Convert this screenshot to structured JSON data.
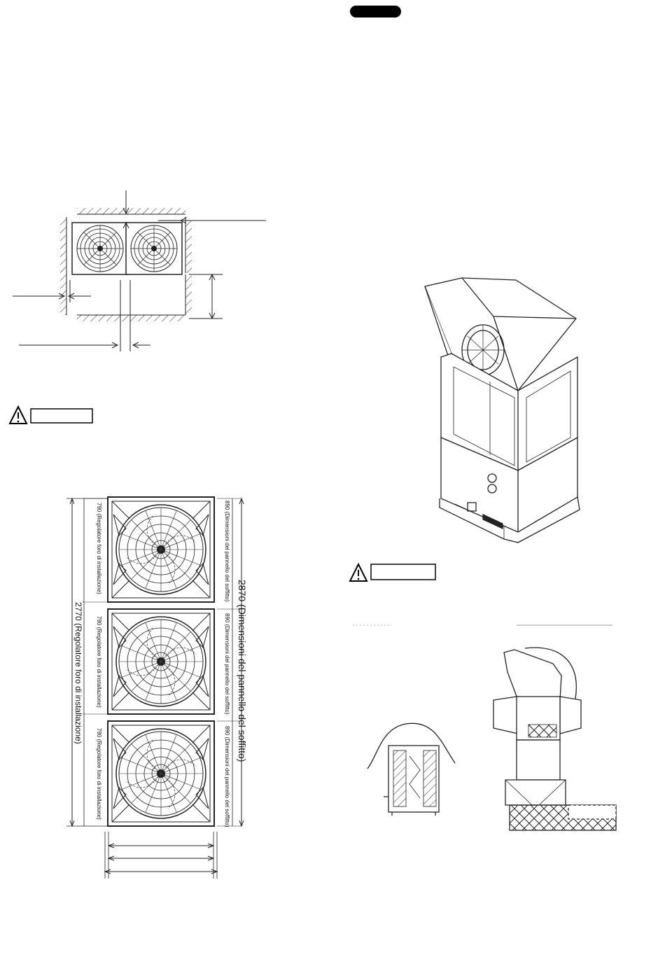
{
  "header_pill": {
    "color": "#000000"
  },
  "caution_labels": {
    "left": "",
    "right": ""
  },
  "dimensions": {
    "ceiling_panel_total": "2870 (Dimensioni del pannello del soffitto)",
    "install_hole_total": "2770 (Regolatore foro di installazione)",
    "module_panel": "890 (Dimensioni del pannello del soffitto)",
    "module_hole": "790 (Regolatore foro di installazione)"
  },
  "icons": [
    "warning-triangle-icon",
    "fan-grille-icon"
  ]
}
